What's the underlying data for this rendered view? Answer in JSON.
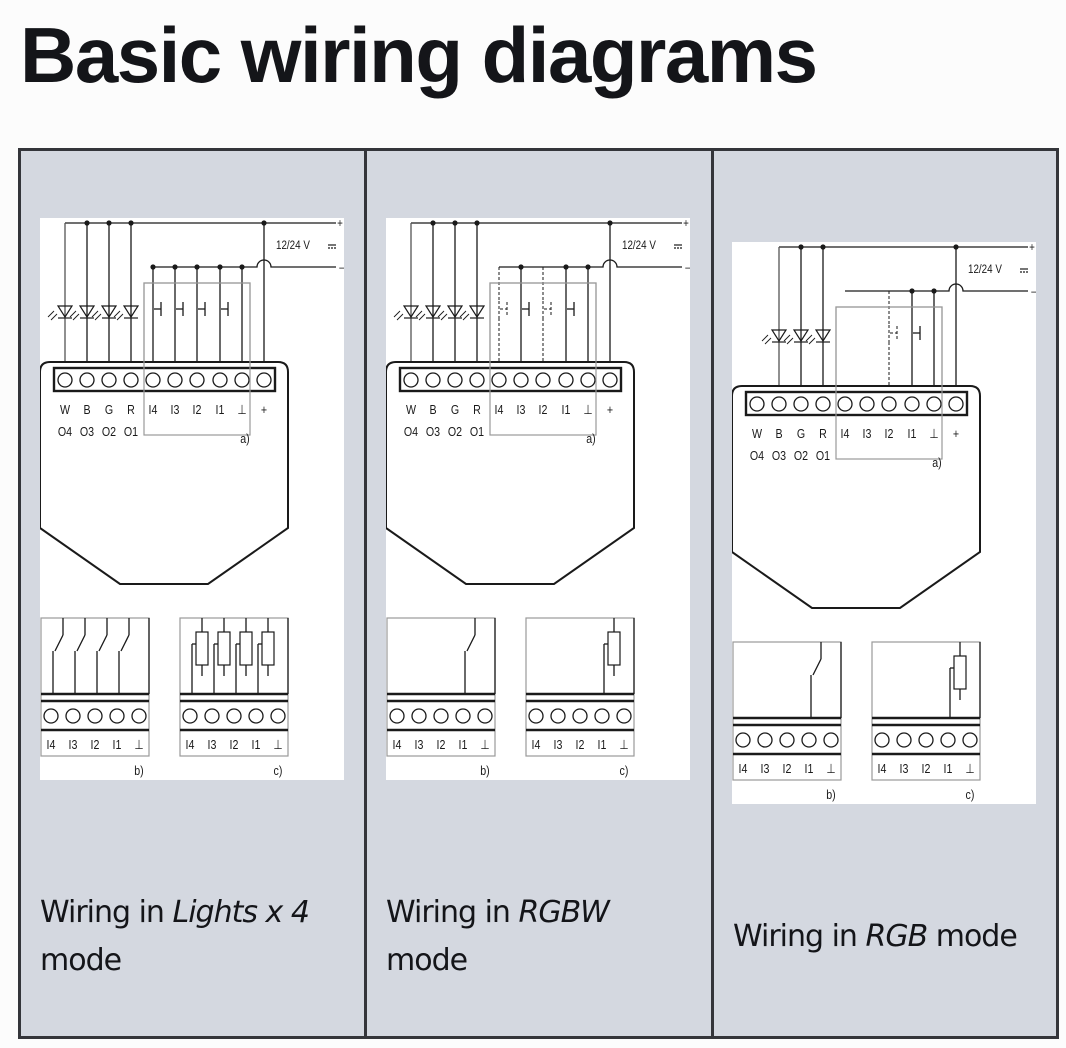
{
  "page": {
    "title": "Basic wiring diagrams"
  },
  "colors": {
    "panel_background": "#d4d8e0",
    "border": "#34353a",
    "diagram_background": "#ffffff",
    "line": "#1a1a1a",
    "grey_box": "#9a9a9a"
  },
  "panels": [
    {
      "caption_prefix": "Wiring in ",
      "caption_mode": "Lights x 4",
      "caption_suffix": " mode",
      "mode": "lights4",
      "led_count": 4,
      "switches_active": [
        "I4",
        "I3",
        "I2",
        "I1"
      ],
      "switches_optional": [],
      "detail_b_switches": [
        "I4",
        "I3",
        "I2",
        "I1"
      ],
      "detail_c_pots": [
        "I4",
        "I3",
        "I2",
        "I1"
      ]
    },
    {
      "caption_prefix": "Wiring in ",
      "caption_mode": "RGBW",
      "caption_suffix": " mode",
      "mode": "rgbw",
      "led_count": 4,
      "switches_active": [
        "I3",
        "I1"
      ],
      "switches_optional": [
        "I4",
        "I2"
      ],
      "detail_b_switches": [
        "I1"
      ],
      "detail_c_pots": [
        "I1"
      ]
    },
    {
      "caption_prefix": "Wiring in ",
      "caption_mode": "RGB",
      "caption_suffix": " mode",
      "mode": "rgb",
      "led_count": 3,
      "switches_active": [
        "I1"
      ],
      "switches_optional": [
        "I2"
      ],
      "detail_b_switches": [
        "I1"
      ],
      "detail_c_pots": [
        "I1"
      ]
    }
  ],
  "diagram_labels": {
    "supply": "12/24 V",
    "plus": "+",
    "minus": "–",
    "terminal_top": [
      "W",
      "B",
      "G",
      "R",
      "I4",
      "I3",
      "I2",
      "I1",
      "⊥",
      "+"
    ],
    "terminal_bottom": [
      "O4",
      "O3",
      "O2",
      "O1"
    ],
    "input_terminals": [
      "I4",
      "I3",
      "I2",
      "I1",
      "⊥"
    ],
    "sub_a": "a)",
    "sub_b": "b)",
    "sub_c": "c)"
  }
}
